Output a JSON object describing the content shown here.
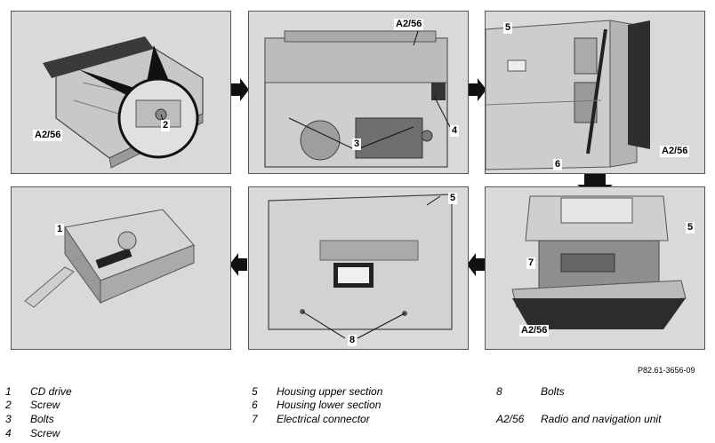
{
  "figure_ref": "P82.61-3656-09",
  "panels": {
    "p1": {
      "callouts": [
        "2",
        "A2/56"
      ]
    },
    "p2": {
      "callouts": [
        "A2/56",
        "3",
        "4"
      ]
    },
    "p3": {
      "callouts": [
        "5",
        "A2/56",
        "6"
      ]
    },
    "p4": {
      "callouts": [
        "1"
      ]
    },
    "p5": {
      "callouts": [
        "5",
        "8"
      ]
    },
    "p6": {
      "callouts": [
        "5",
        "7",
        "A2/56"
      ]
    }
  },
  "legend": [
    {
      "num": "1",
      "text": "CD drive"
    },
    {
      "num": "2",
      "text": "Screw"
    },
    {
      "num": "3",
      "text": "Bolts"
    },
    {
      "num": "4",
      "text": "Screw"
    },
    {
      "num": "5",
      "text": "Housing upper section"
    },
    {
      "num": "6",
      "text": "Housing lower section"
    },
    {
      "num": "7",
      "text": "Electrical connector"
    },
    {
      "num": "8",
      "text": "Bolts"
    },
    {
      "num": "A2/56",
      "text": "Radio and navigation unit"
    }
  ]
}
